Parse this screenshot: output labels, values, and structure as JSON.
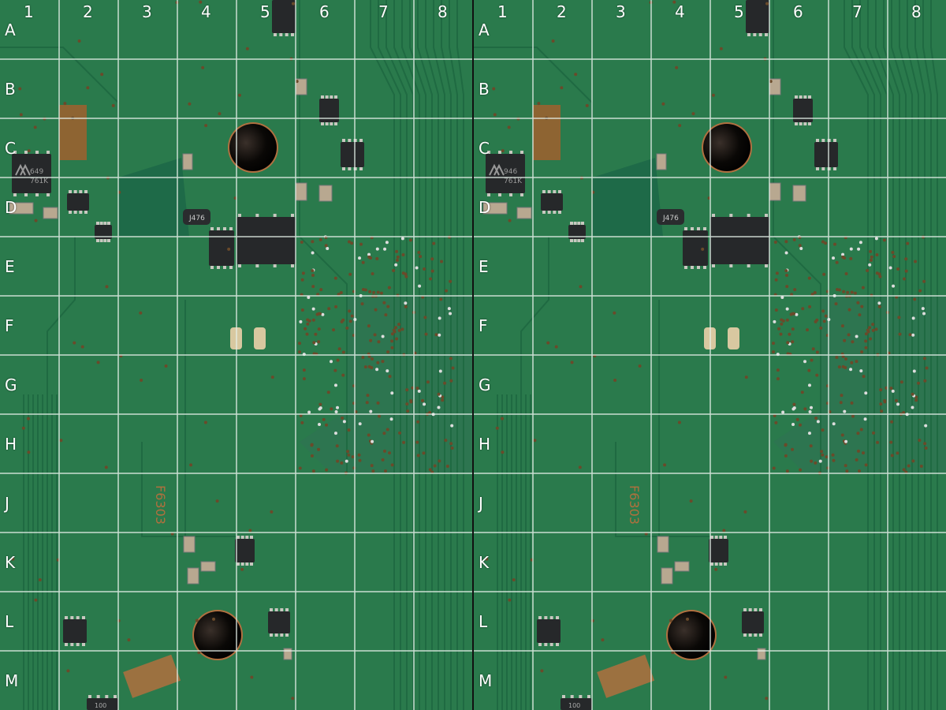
{
  "panels": [
    {
      "id": "left",
      "ic_marking_line1": "649",
      "ic_marking_line2": "761K"
    },
    {
      "id": "right",
      "ic_marking_line1": "946",
      "ic_marking_line2": "761K"
    }
  ],
  "grid": {
    "columns": [
      "1",
      "2",
      "3",
      "4",
      "5",
      "6",
      "7",
      "8"
    ],
    "rows": [
      "A",
      "B",
      "C",
      "D",
      "E",
      "F",
      "G",
      "H",
      "J",
      "K",
      "L",
      "M"
    ]
  },
  "markings": {
    "inductor": "J476",
    "silkscreen": "F6303",
    "bottom_part": "100"
  },
  "colors": {
    "board": "#2a7a4c",
    "trace": "#1f6a42",
    "copper": "#a0602e",
    "grid_line": "#e6f0ea"
  }
}
